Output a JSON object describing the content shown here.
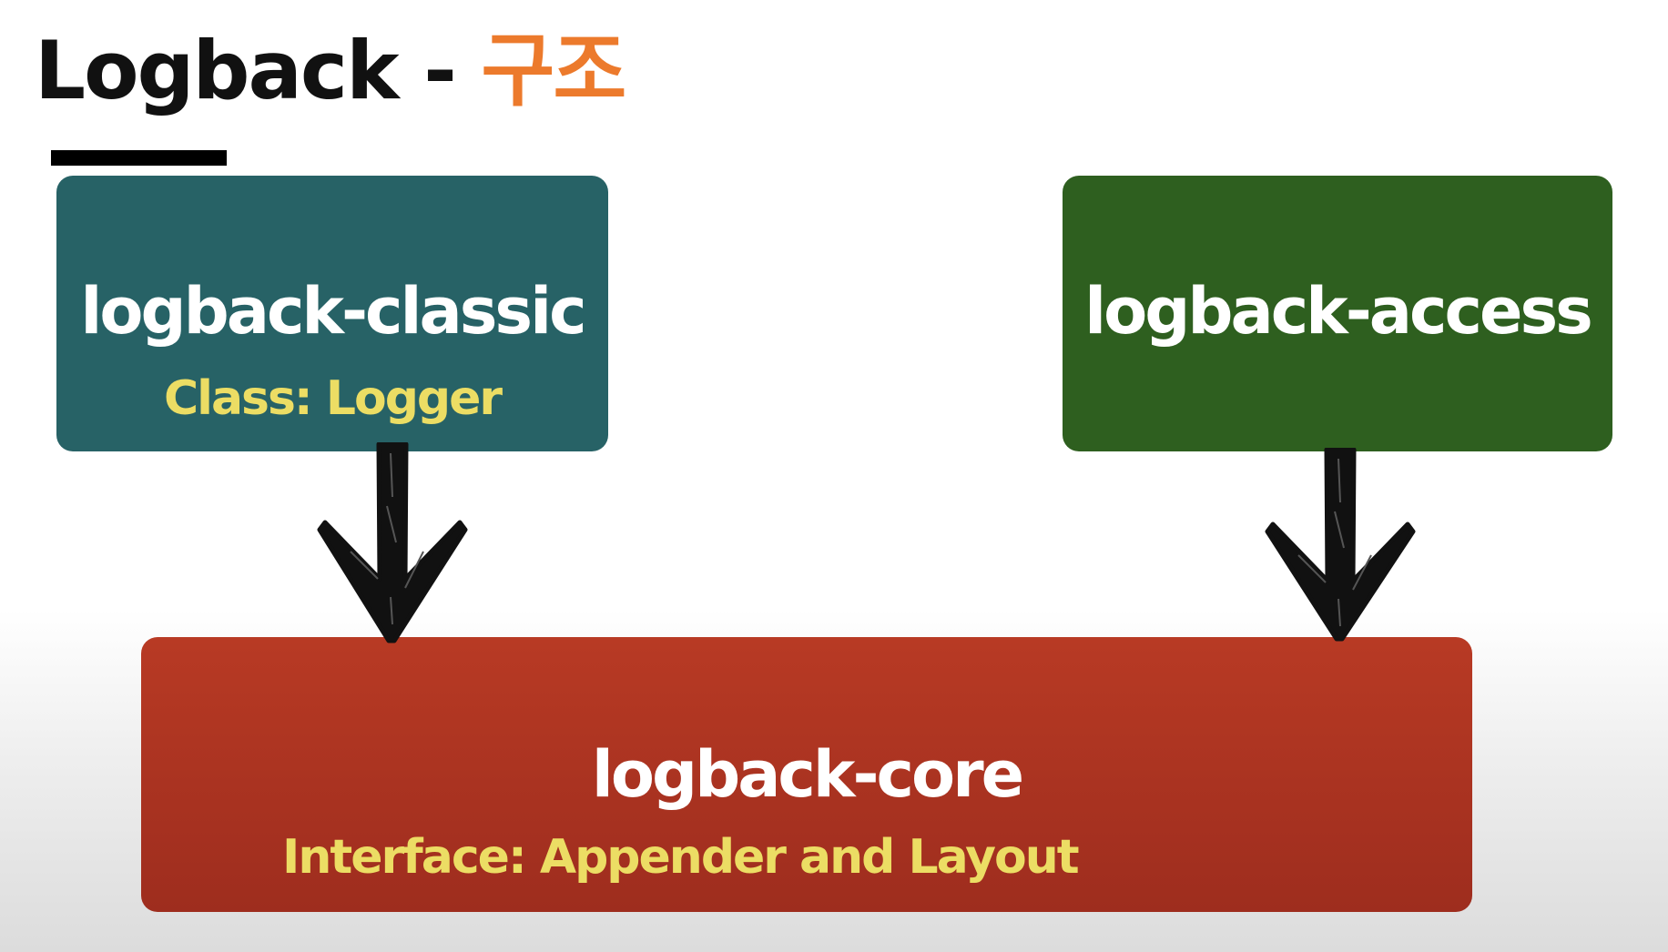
{
  "title": {
    "main": "Logback",
    "separator": " - ",
    "accent": "구조"
  },
  "boxes": {
    "classic": {
      "name": "logback-classic",
      "sub": "Class: Logger"
    },
    "access": {
      "name": "logback-access"
    },
    "core": {
      "name": "logback-core",
      "sub": "Interface: Appender and Layout"
    }
  },
  "colors": {
    "title_accent": "#ec7a2c",
    "classic_box": "#276266",
    "access_box": "#2e5f1f",
    "core_box": "#b03523",
    "subtitle_text": "#ecdd64"
  }
}
